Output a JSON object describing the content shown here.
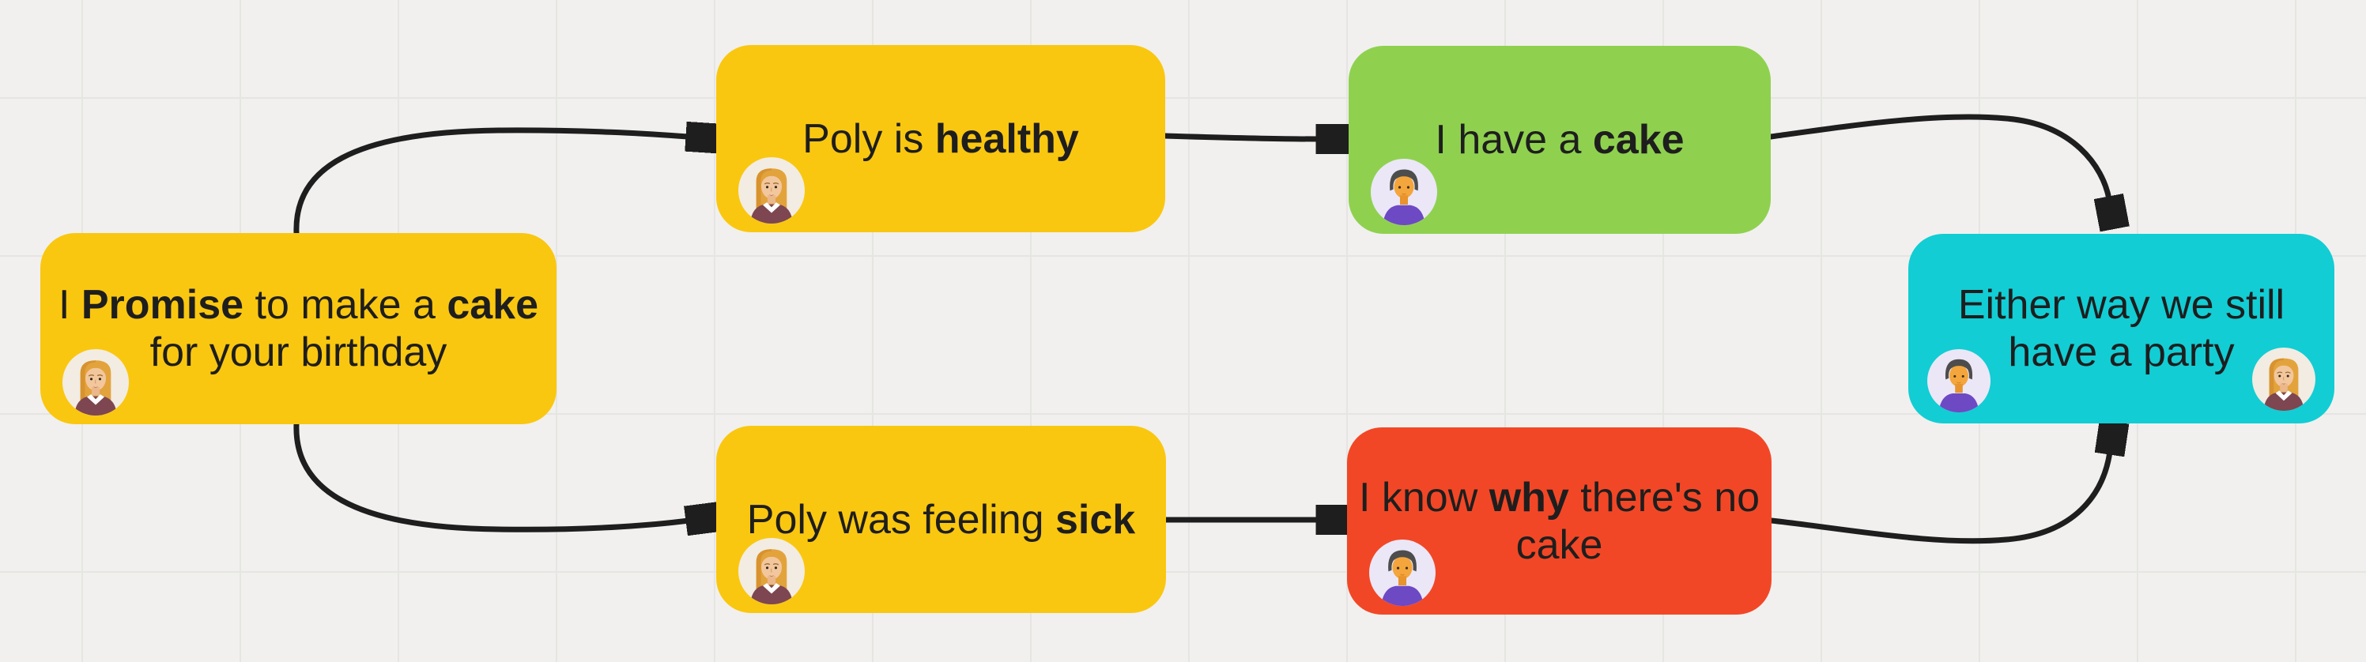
{
  "diagram": {
    "background_color": "#F1F0EE",
    "grid_color": "#E5E5E2",
    "arrow_color": "#1E1E1E",
    "text_color": "#1E1E1E",
    "avatar_colors": {
      "female": {
        "background": "#F2ECE2",
        "hair": "#E3A33C",
        "skin": "#F2C79D",
        "sweater": "#7D4650",
        "collar": "#FFFFFF"
      },
      "male": {
        "background": "#EBE7F7",
        "hair": "#4D4D4D",
        "skin": "#F4A63C",
        "shirt": "#6D49C4"
      }
    },
    "nodes": [
      {
        "id": "promise",
        "color": "#FAC710",
        "avatars": [
          "female"
        ],
        "lines": [
          [
            {
              "t": "I "
            },
            {
              "t": "Promise",
              "b": true
            },
            {
              "t": " to make a "
            },
            {
              "t": "cake",
              "b": true
            }
          ],
          [
            {
              "t": "for your birthday"
            }
          ]
        ]
      },
      {
        "id": "healthy",
        "color": "#FAC710",
        "avatars": [
          "female"
        ],
        "lines": [
          [
            {
              "t": "Poly is "
            },
            {
              "t": "healthy",
              "b": true
            }
          ]
        ]
      },
      {
        "id": "sick",
        "color": "#FAC710",
        "avatars": [
          "female"
        ],
        "lines": [
          [
            {
              "t": "Poly was feeling "
            },
            {
              "t": "sick",
              "b": true
            }
          ]
        ]
      },
      {
        "id": "cake",
        "color": "#8FD14F",
        "avatars": [
          "male"
        ],
        "lines": [
          [
            {
              "t": "I have a "
            },
            {
              "t": "cake",
              "b": true
            }
          ]
        ]
      },
      {
        "id": "why",
        "color": "#F24726",
        "avatars": [
          "male"
        ],
        "lines": [
          [
            {
              "t": "I know "
            },
            {
              "t": "why",
              "b": true
            },
            {
              "t": " there's no"
            }
          ],
          [
            {
              "t": "cake"
            }
          ]
        ]
      },
      {
        "id": "party",
        "color": "#12CDD4",
        "avatars": [
          "male",
          "female"
        ],
        "lines": [
          [
            {
              "t": "Either way we still"
            }
          ],
          [
            {
              "t": "have a party"
            }
          ]
        ]
      }
    ],
    "edges": [
      {
        "from": "promise",
        "to": "healthy"
      },
      {
        "from": "promise",
        "to": "sick"
      },
      {
        "from": "healthy",
        "to": "cake"
      },
      {
        "from": "sick",
        "to": "why"
      },
      {
        "from": "cake",
        "to": "party"
      },
      {
        "from": "why",
        "to": "party"
      }
    ]
  }
}
